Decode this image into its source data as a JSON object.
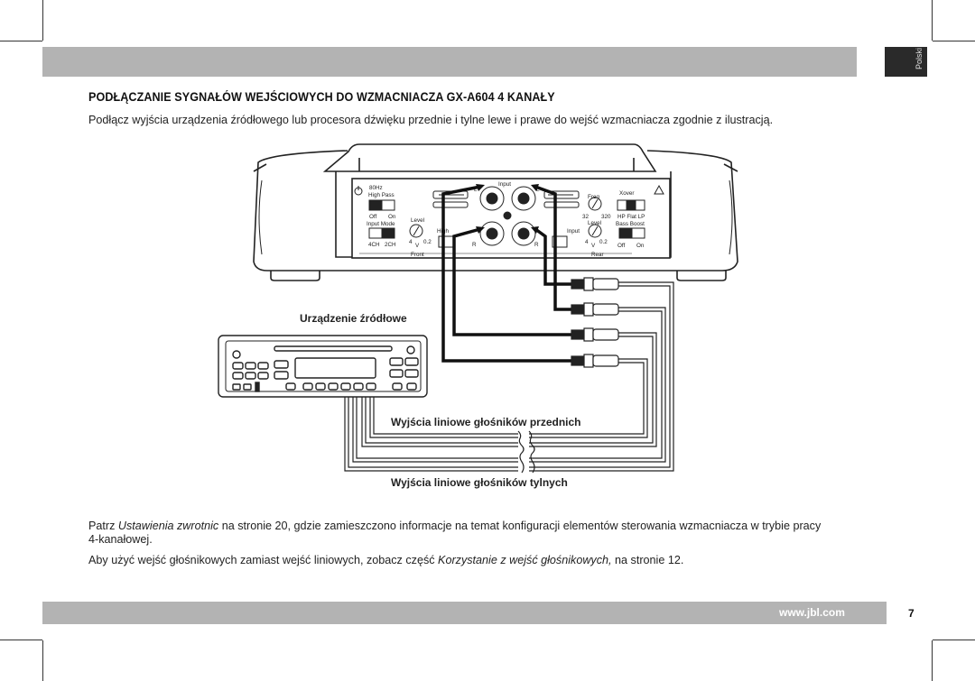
{
  "language_tab": "Polski",
  "heading": "PODŁĄCZANIE SYGNAŁÓW WEJŚCIOWYCH DO WZMACNIACZA GX-A604 4 KANAŁY",
  "intro": "Podłącz wyjścia urządzenia źródłowego lub procesora dźwięku przednie i tylne lewe i prawe do wejść wzmacniacza zgodnie z ilustracją.",
  "diagram": {
    "source_label": "Urządzenie źródłowe",
    "front_label": "Wyjścia liniowe głośników przednich",
    "rear_label": "Wyjścia liniowe głośników tylnych",
    "amp": {
      "hz80": "80Hz",
      "high_pass": "High Pass",
      "off": "Off",
      "on": "On",
      "input_mode": "Input Mode",
      "level": "Level",
      "ch4": "4CH",
      "ch2": "2CH",
      "front": "Front",
      "rear": "Rear",
      "input": "Input",
      "high": "High",
      "freq": "Freq",
      "xover": "Xover",
      "hp_flat_lp": "HP Flat LP",
      "bass_boost": "Bass Boost",
      "n32": "32",
      "n320": "320",
      "n4": "4",
      "n02": "0.2",
      "v": "V",
      "L": "L",
      "R": "R"
    }
  },
  "para2_a": "Patrz ",
  "para2_italic": "Ustawienia zwrotnic",
  "para2_b": " na stronie 20, gdzie zamieszczono informacje na temat konfiguracji elementów sterowania wzmacniacza w trybie pracy",
  "para2_line2": "4-kanałowej.",
  "para3_a": "Aby użyć wejść głośnikowych zamiast wejść liniowych, zobacz część ",
  "para3_italic": "Korzystanie z wejść głośnikowych,",
  "para3_b": " na stronie 12.",
  "footer_url": "www.jbl.com",
  "page_number": "7"
}
